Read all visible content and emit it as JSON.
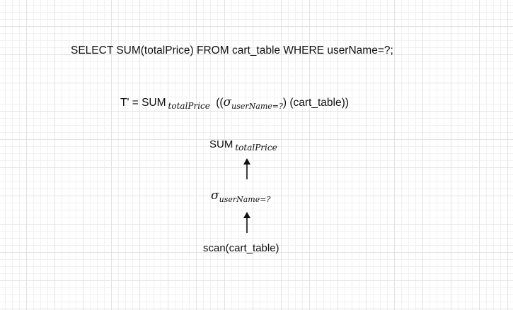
{
  "sql_query": "SELECT SUM(totalPrice) FROM cart_table WHERE userName=?;",
  "relational_expression": {
    "lhs": "T' = SUM",
    "aggregate_subscript": "totalPrice",
    "open": "((",
    "sigma": "σ",
    "select_subscript": "userName=?",
    "close": ") (cart_table))"
  },
  "tree": {
    "root": {
      "label": "SUM",
      "subscript": "totalPrice"
    },
    "selection": {
      "symbol": "σ",
      "subscript": "userName=?"
    },
    "leaf": {
      "label": "scan(cart_table)"
    }
  },
  "colors": {
    "background": "#ffffff",
    "grid": "#e3e3e3",
    "text": "#111111"
  }
}
